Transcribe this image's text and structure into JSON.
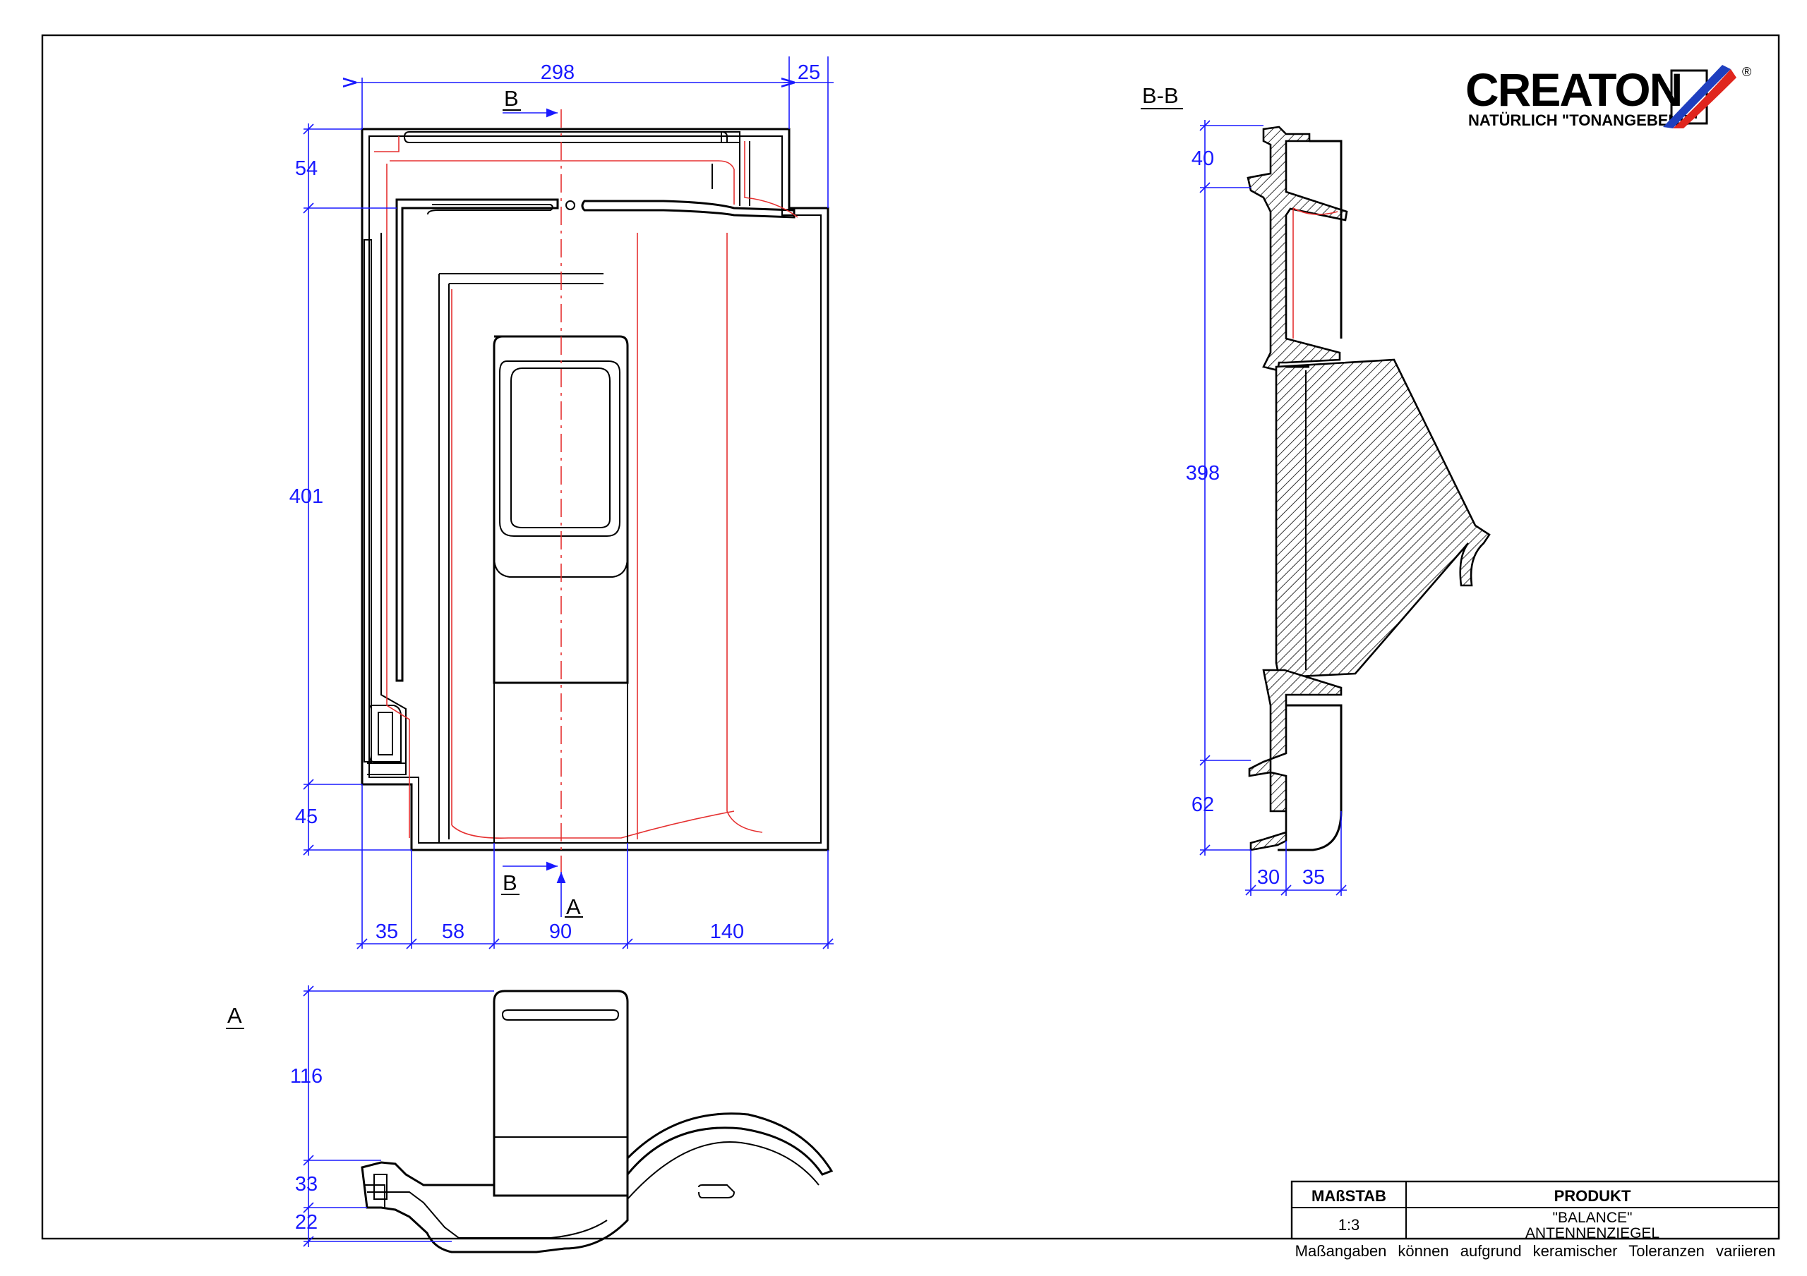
{
  "logo": {
    "brand": "CREATON",
    "tagline": "NATÜRLICH \"TONANGEBEND\"",
    "registered": "®"
  },
  "views": {
    "section_label": "B-B",
    "side_label": "A",
    "cut_label_b": "B",
    "cut_label_a": "A"
  },
  "dimensions": {
    "top_width": "298",
    "top_right": "25",
    "left_54": "54",
    "left_401": "401",
    "left_45": "45",
    "bottom_35": "35",
    "bottom_58": "58",
    "bottom_90": "90",
    "bottom_140": "140",
    "section_40": "40",
    "section_398": "398",
    "section_62": "62",
    "section_30": "30",
    "section_35": "35",
    "side_116": "116",
    "side_33": "33",
    "side_22": "22"
  },
  "title_block": {
    "scale_header": "MAßSTAB",
    "scale_value": "1:3",
    "product_header": "PRODUKT",
    "product_name": "\"BALANCE\"",
    "product_type": "ANTENNENZIEGEL",
    "note": "Maßangaben können aufgrund keramischer Toleranzen variieren"
  },
  "colors": {
    "dimension": "#1a1aff",
    "centerline": "#e53030",
    "outline": "#000000",
    "logo_blue": "#1f3fbf",
    "logo_red": "#e0261d"
  }
}
